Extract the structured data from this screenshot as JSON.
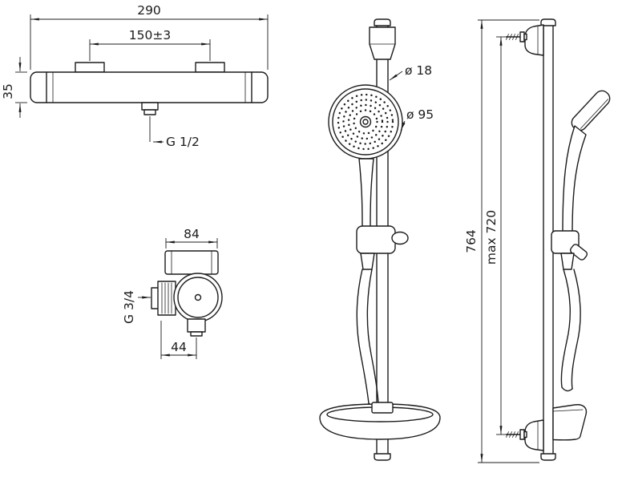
{
  "meta": {
    "title": "Shower set dimensional drawing"
  },
  "style": {
    "line_color": "#1c1c1c",
    "background_color": "#ffffff"
  },
  "views": {
    "mixer_front": {
      "dim_width": "290",
      "dim_centers": "150±3",
      "dim_height": "35",
      "thread_label": "G 1/2"
    },
    "mixer_side": {
      "dim_depth": "84",
      "thread_label": "G 3/4",
      "dim_outlet": "44"
    },
    "riser_front": {
      "dim_rail_diameter": "ø 18",
      "dim_head_diameter": "ø 95"
    },
    "riser_side": {
      "dim_total_height": "764",
      "dim_adjustable": "max 720"
    }
  }
}
